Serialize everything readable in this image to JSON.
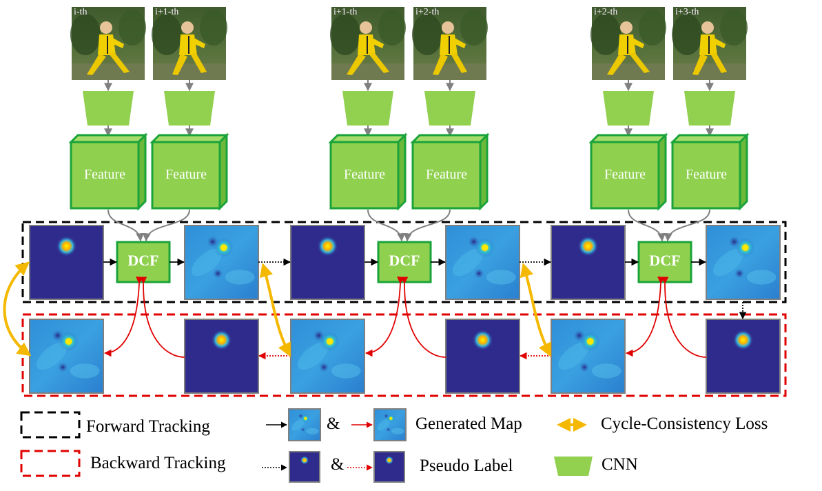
{
  "frames": [
    {
      "label": "i-th"
    },
    {
      "label": "i+1-th"
    },
    {
      "label": "i+1-th"
    },
    {
      "label": "i+2-th"
    },
    {
      "label": "i+2-th"
    },
    {
      "label": "i+3-th"
    }
  ],
  "feature_label": "Feature",
  "dcf_label": "DCF",
  "legend": {
    "forward_tracking": "Forward Tracking",
    "backward_tracking": "Backward Tracking",
    "generated_map": "Generated Map",
    "pseudo_label": "Pseudo Label",
    "cycle_loss": "Cycle-Consistency Loss",
    "cnn": "CNN",
    "ampersand": "&"
  },
  "colors": {
    "cnn_green": "#92d050",
    "feature_fill": "#8fd04e",
    "feature_border": "#1aa33a",
    "forward_box": "#000000",
    "backward_box": "#e00000",
    "cycle_arrow": "#f5b800",
    "label_map_bg": "#2f2b8c",
    "arrow_red": "#e00000",
    "arrow_gray": "#808080"
  }
}
